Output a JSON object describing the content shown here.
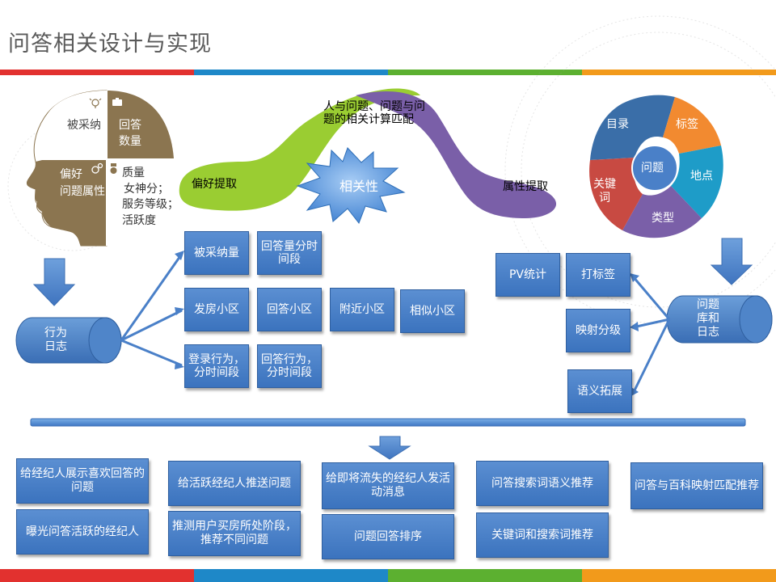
{
  "title": "问答相关设计与实现",
  "colors": {
    "blue_box": "#4a80c8",
    "head_brown": "#8b7550",
    "wave_green": "#9acd32",
    "wave_purple": "#7a5fa8"
  },
  "head": {
    "q1": "被采纳",
    "q2_line1": "回答",
    "q2_line2": "数量",
    "q3_line1": "偏好",
    "q3_line2": "问题属性",
    "q4_title": "质量",
    "q4_line1": "女神分；",
    "q4_line2": "服务等级；",
    "q4_line3": "活跃度"
  },
  "wave": {
    "top_label_line1": "人与问题、问题与问",
    "top_label_line2": "题的相关计算匹配",
    "left_label": "偏好提取",
    "right_label": "属性提取",
    "star_label": "相关性"
  },
  "cycle": {
    "center": "问题",
    "segments": [
      "目录",
      "标签",
      "地点",
      "类型",
      "关键词"
    ]
  },
  "left_cylinder": {
    "line1": "行为",
    "line2": "日志"
  },
  "right_cylinder": {
    "line1": "问题",
    "line2": "库和",
    "line3": "日志"
  },
  "left_boxes": {
    "b1": "被采纳量",
    "b2": "回答量分时间段",
    "b3": "发房小区",
    "b4": "回答小区",
    "b5": "附近小区",
    "b6": "相似小区",
    "b7": "登录行为，分时间段",
    "b8": "回答行为，分时间段"
  },
  "right_boxes": {
    "pv": "PV统计",
    "tag": "打标签",
    "map": "映射分级",
    "sem": "语义拓展"
  },
  "bottom": {
    "c1a": "给经纪人展示喜欢回答的问题",
    "c1b": "曝光问答活跃的经纪人",
    "c2a": "给活跃经纪人推送问题",
    "c2b": "推测用户买房所处阶段，推荐不同问题",
    "c3a": "给即将流失的经纪人发活动消息",
    "c3b": "问题回答排序",
    "c4a": "问答搜索词语义推荐",
    "c4b": "关键词和搜索词推荐",
    "c5a": "问答与百科映射匹配推荐"
  }
}
